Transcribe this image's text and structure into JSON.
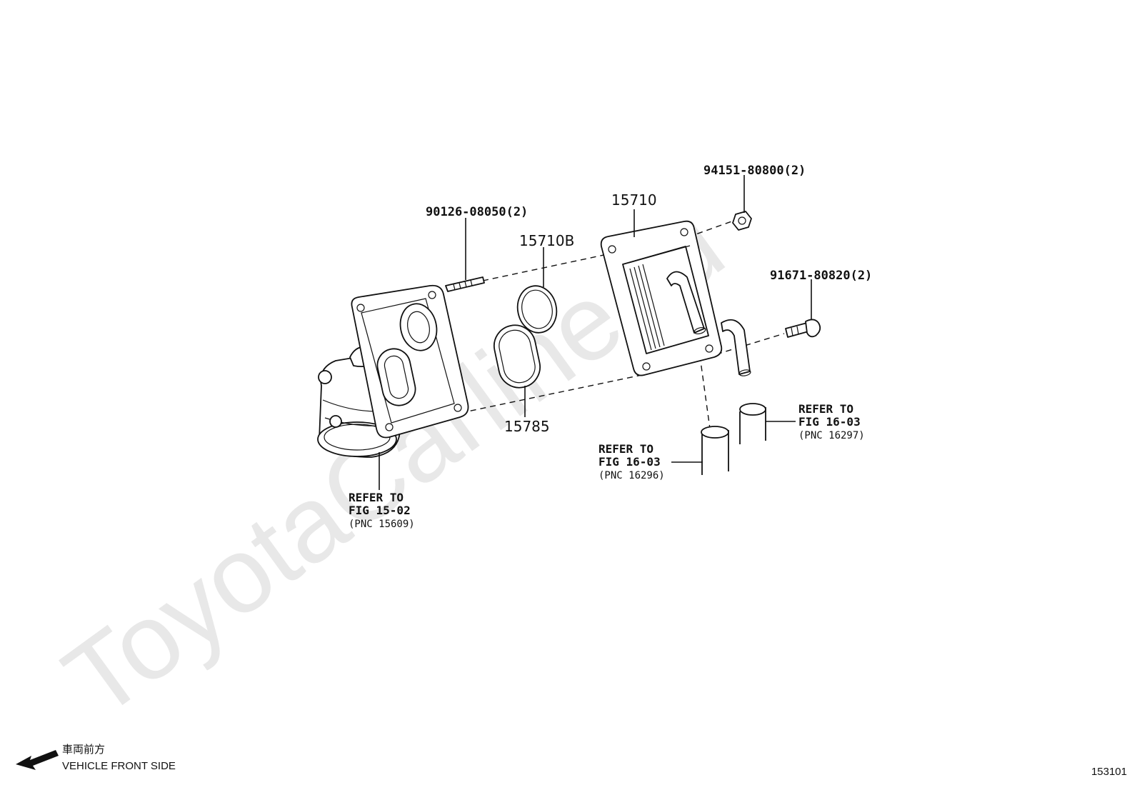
{
  "watermark": "ToyotaCarline.ru",
  "parts": {
    "stud_bolt": "90126-08050(2)",
    "oil_cooler": "15710",
    "oring_top": "15710B",
    "gasket_lower": "15785",
    "nut": "94151-80800(2)",
    "bolt": "91671-80820(2)"
  },
  "refs": {
    "bracket": {
      "line1": "REFER TO",
      "line2": "FIG 15-02",
      "pnc": "(PNC 15609)"
    },
    "hose_left": {
      "line1": "REFER TO",
      "line2": "FIG 16-03",
      "pnc": "(PNC 16296)"
    },
    "hose_right": {
      "line1": "REFER TO",
      "line2": "FIG 16-03",
      "pnc": "(PNC 16297)"
    }
  },
  "footer": {
    "front_jp": "車両前方",
    "front_en": "VEHICLE FRONT SIDE",
    "figure_number": "153101"
  }
}
